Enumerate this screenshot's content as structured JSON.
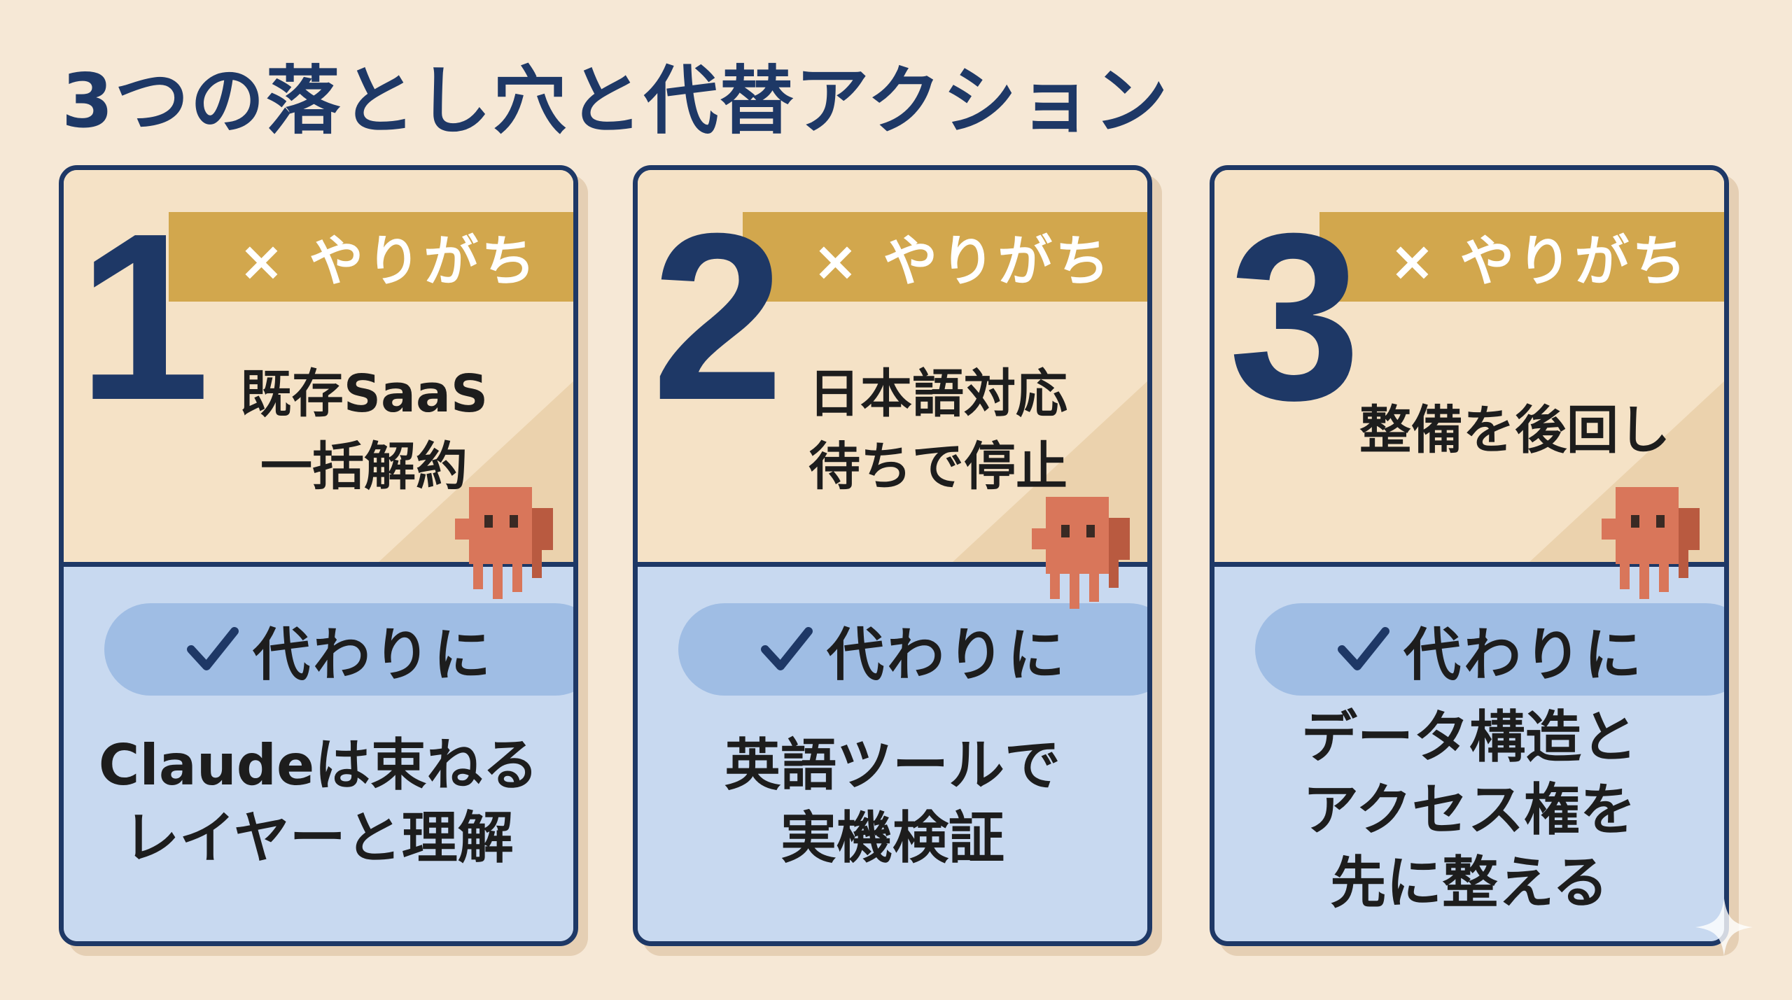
{
  "title": "3つの落とし穴と代替アクション",
  "cards": [
    {
      "number": "1",
      "badge": "× やりがち",
      "problem_lines": [
        "既存SaaS",
        "一括解約"
      ],
      "alt_label": "代わりに",
      "solution_lines": [
        "Claudeは束ねる",
        "レイヤーと理解"
      ]
    },
    {
      "number": "2",
      "badge": "× やりがち",
      "problem_lines": [
        "日本語対応",
        "待ちで停止"
      ],
      "alt_label": "代わりに",
      "solution_lines": [
        "英語ツールで",
        "実機検証"
      ]
    },
    {
      "number": "3",
      "badge": "× やりがち",
      "problem_lines": [
        "整備を後回し"
      ],
      "alt_label": "代わりに",
      "solution_lines": [
        "データ構造と",
        "アクセス権を",
        "先に整える"
      ]
    }
  ],
  "icons": {
    "check": "check-icon",
    "mascot": "pixel-mascot-icon",
    "sparkle": "sparkle-icon"
  },
  "colors": {
    "navy": "#1e3866",
    "gold": "#d2a74d",
    "cream": "#f5e2c6",
    "blue_light": "#c8d9f0",
    "blue_pill": "#9fbde4",
    "mascot": "#d9765a"
  }
}
